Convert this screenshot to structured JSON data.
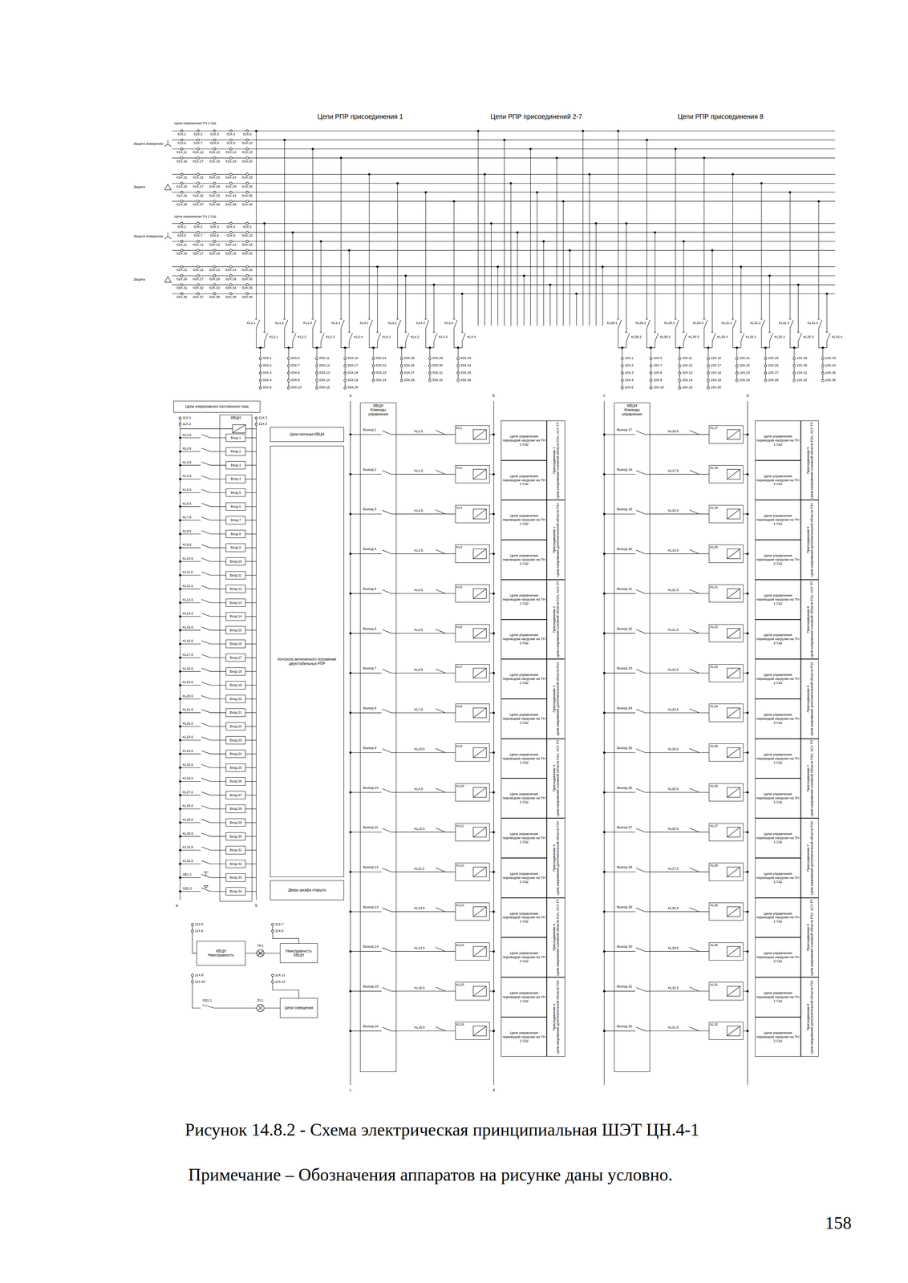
{
  "diagram": {
    "caption": "Рисунок 14.8.2 - Схема электрическая принципиальная ШЭТ ЦН.4-1",
    "nodes": [
      {
        "text": [
          "Цепи оперативного постоянного тока"
        ]
      },
      {
        "text": [
          "КВЦН"
        ]
      },
      {
        "text": [
          "Вход 1"
        ],
        "in": 1
      },
      {
        "text": [
          "Вход 2"
        ],
        "in": 1
      },
      {
        "text": [
          "Вход 3"
        ],
        "in": 1
      },
      {
        "text": [
          "Вход 4"
        ],
        "in": 1
      },
      {
        "text": [
          "Вход 5"
        ],
        "in": 1
      },
      {
        "text": [
          "Вход 6"
        ],
        "in": 1
      },
      {
        "text": [
          "Вход 7"
        ],
        "in": 1
      },
      {
        "text": [
          "Вход 8"
        ],
        "in": 1
      },
      {
        "text": [
          "Вход 9"
        ],
        "in": 1
      },
      {
        "text": [
          "Вход 10"
        ],
        "in": 1
      },
      {
        "text": [
          "Вход 11"
        ],
        "in": 1
      },
      {
        "text": [
          "Вход 12"
        ],
        "in": 1
      },
      {
        "text": [
          "Вход 13"
        ],
        "in": 1
      },
      {
        "text": [
          "Вход 14"
        ],
        "in": 1
      },
      {
        "text": [
          "Вход 15"
        ],
        "in": 1
      },
      {
        "text": [
          "Вход 16"
        ],
        "in": 1
      },
      {
        "text": [
          "Вход 17"
        ],
        "in": 1
      },
      {
        "text": [
          "Вход 18"
        ],
        "in": 1
      },
      {
        "text": [
          "Вход 19"
        ],
        "in": 1
      },
      {
        "text": [
          "Вход 20"
        ],
        "in": 1
      },
      {
        "text": [
          "Вход 21"
        ],
        "in": 1
      },
      {
        "text": [
          "Вход 22"
        ],
        "in": 1
      },
      {
        "text": [
          "Вход 23"
        ],
        "in": 1
      },
      {
        "text": [
          "Вход 24"
        ],
        "in": 1
      },
      {
        "text": [
          "Вход 25"
        ],
        "in": 1
      },
      {
        "text": [
          "Вход 26"
        ],
        "in": 1
      },
      {
        "text": [
          "Вход 27"
        ],
        "in": 1
      },
      {
        "text": [
          "Вход 28"
        ],
        "in": 1
      },
      {
        "text": [
          "Вход 29"
        ],
        "in": 1
      },
      {
        "text": [
          "Вход 30"
        ],
        "in": 1
      },
      {
        "text": [
          "Вход 31"
        ],
        "in": 1
      },
      {
        "text": [
          "Вход 32"
        ],
        "in": 1
      },
      {
        "text": [
          "Вход 33"
        ],
        "in": 1
      },
      {
        "text": [
          "Вход 34"
        ],
        "in": 1
      },
      {
        "text": [
          "Цепи питания КВЦН"
        ]
      },
      {
        "text": [
          "Контроль включенного положения двухстабильных РПР"
        ]
      },
      {
        "text": [
          "Дверь шкафа открыта"
        ]
      },
      {
        "text": [
          "КВЦН",
          "Неисправность"
        ]
      },
      {
        "text": [
          "Неисправность КВЦН"
        ]
      },
      {
        "text": [
          "Цепи освещения"
        ]
      },
      {
        "text": [
          "КВЦН",
          "Команды управления",
          "Выход 1",
          "Выход 2",
          "Выход 3",
          "Выход 4",
          "Выход 5",
          "Выход 6",
          "Выход 7",
          "Выход 8",
          "Выход 9",
          "Выход 10",
          "Выход 11",
          "Выход 12",
          "Выход 13",
          "Выход 14",
          "Выход 15",
          "Выход 16"
        ]
      },
      {
        "text": [
          "KL1"
        ]
      },
      {
        "text": [
          "KL2"
        ]
      },
      {
        "text": [
          "KL3"
        ]
      },
      {
        "text": [
          "KL4"
        ]
      },
      {
        "text": [
          "KL5"
        ]
      },
      {
        "text": [
          "KL6"
        ]
      },
      {
        "text": [
          "KL7"
        ]
      },
      {
        "text": [
          "KL8"
        ]
      },
      {
        "text": [
          "KL9"
        ]
      },
      {
        "text": [
          "KL10"
        ]
      },
      {
        "text": [
          "KL11"
        ]
      },
      {
        "text": [
          "KL12"
        ]
      },
      {
        "text": [
          "KL13"
        ]
      },
      {
        "text": [
          "KL14"
        ]
      },
      {
        "text": [
          "KL15"
        ]
      },
      {
        "text": [
          "KL16"
        ]
      },
      {
        "text": [
          "Цепи управления переводом нагрузки на ТН 1 СШ"
        ]
      },
      {
        "text": [
          "Цепи управления переводом нагрузки на ТН 2 СШ"
        ]
      },
      {
        "text": [
          "Цепи управления переводом нагрузки на ТН 1 СШ"
        ]
      },
      {
        "text": [
          "Цепи управления переводом нагрузки на ТН 2 СШ"
        ]
      },
      {
        "text": [
          "Цепи управления переводом нагрузки на ТН 1 СШ"
        ]
      },
      {
        "text": [
          "Цепи управления переводом нагрузки на ТН 2 СШ"
        ]
      },
      {
        "text": [
          "Цепи управления переводом нагрузки на ТН 1 СШ"
        ]
      },
      {
        "text": [
          "Цепи управления переводом нагрузки на ТН 2 СШ"
        ]
      },
      {
        "text": [
          "Цепи управления переводом нагрузки на ТН 1 СШ"
        ]
      },
      {
        "text": [
          "Цепи управления переводом нагрузки на ТН 2 СШ"
        ]
      },
      {
        "text": [
          "Цепи управления переводом нагрузки на ТН 1 СШ"
        ]
      },
      {
        "text": [
          "Цепи управления переводом нагрузки на ТН 2 СШ"
        ]
      },
      {
        "text": [
          "Цепи управления переводом нагрузки на ТН 1 СШ"
        ]
      },
      {
        "text": [
          "Цепи управления переводом нагрузки на ТН 2 СШ"
        ]
      },
      {
        "text": [
          "Цепи управления переводом нагрузки на ТН 1 СШ"
        ]
      },
      {
        "text": [
          "Цепи управления переводом нагрузки на ТН 2 СШ"
        ]
      },
      {
        "text": [
          "Присоединение 1",
          "Цепи напряжения основной области РЗА, АСУ ТП"
        ]
      },
      {
        "text": [
          "Присоединение 1",
          "Цепи напряжения дополнительной области РЗА"
        ]
      },
      {
        "text": [
          "Присоединение 2",
          "Цепи напряжения основной области РЗА, АСУ ТП"
        ]
      },
      {
        "text": [
          "Присоединение 2",
          "Цепи напряжения дополнительной области РЗА"
        ]
      },
      {
        "text": [
          "Присоединение 3",
          "Цепи напряжения основной области РЗА, АСУ ТП"
        ]
      },
      {
        "text": [
          "Присоединение 3",
          "Цепи напряжения дополнительной области РЗА"
        ]
      },
      {
        "text": [
          "Присоединение 4",
          "Цепи напряжения основной области РЗА, АСУ ТП"
        ]
      },
      {
        "text": [
          "Присоединение 4",
          "Цепи напряжения дополнительной области РЗА"
        ]
      },
      {
        "text": [
          "КВЦН",
          "Команды управления",
          "Выход 17",
          "Выход 18",
          "Выход 19",
          "Выход 20",
          "Выход 21",
          "Выход 22",
          "Выход 23",
          "Выход 24",
          "Выход 25",
          "Выход 26",
          "Выход 27",
          "Выход 28",
          "Выход 29",
          "Выход 30",
          "Выход 31",
          "Выход 32"
        ]
      },
      {
        "text": [
          "KL17"
        ]
      },
      {
        "text": [
          "KL18"
        ]
      },
      {
        "text": [
          "KL19"
        ]
      },
      {
        "text": [
          "KL20"
        ]
      },
      {
        "text": [
          "KL21"
        ]
      },
      {
        "text": [
          "KL22"
        ]
      },
      {
        "text": [
          "KL23"
        ]
      },
      {
        "text": [
          "KL24"
        ]
      },
      {
        "text": [
          "KL25"
        ]
      },
      {
        "text": [
          "KL26"
        ]
      },
      {
        "text": [
          "KL27"
        ]
      },
      {
        "text": [
          "KL28"
        ]
      },
      {
        "text": [
          "KL29"
        ]
      },
      {
        "text": [
          "KL30"
        ]
      },
      {
        "text": [
          "KL31"
        ]
      },
      {
        "text": [
          "KL32"
        ]
      },
      {
        "text": [
          "Цепи управления переводом нагрузки на ТН 1 СШ"
        ]
      },
      {
        "text": [
          "Цепи управления переводом нагрузки на ТН 2 СШ"
        ]
      },
      {
        "text": [
          "Цепи управления переводом нагрузки на ТН 1 СШ"
        ]
      },
      {
        "text": [
          "Цепи управления переводом нагрузки на ТН 2 СШ"
        ]
      },
      {
        "text": [
          "Цепи управления переводом нагрузки на ТН 1 СШ"
        ]
      },
      {
        "text": [
          "Цепи управления переводом нагрузки на ТН 2 СШ"
        ]
      },
      {
        "text": [
          "Цепи управления переводом нагрузки на ТН 1 СШ"
        ]
      },
      {
        "text": [
          "Цепи управления переводом нагрузки на ТН 2 СШ"
        ]
      },
      {
        "text": [
          "Цепи управления переводом нагрузки на ТН 1 СШ"
        ]
      },
      {
        "text": [
          "Цепи управления переводом нагрузки на ТН 2 СШ"
        ]
      },
      {
        "text": [
          "Цепи управления переводом нагрузки на ТН 1 СШ"
        ]
      },
      {
        "text": [
          "Цепи управления переводом нагрузки на ТН 2 СШ"
        ]
      },
      {
        "text": [
          "Цепи управления переводом нагрузки на ТН 1 СШ"
        ]
      },
      {
        "text": [
          "Цепи управления переводом нагрузки на ТН 2 СШ"
        ]
      },
      {
        "text": [
          "Цепи управления переводом нагрузки на ТН 1 СШ"
        ]
      },
      {
        "text": [
          "Цепи управления переводом нагрузки на ТН 2 СШ"
        ]
      },
      {
        "text": [
          "Присоединение 5",
          "Цепи напряжения основной области РЗА, АСУ ТП"
        ]
      },
      {
        "text": [
          "Присоединение 5",
          "Цепи напряжения дополнительной области РЗА"
        ]
      },
      {
        "text": [
          "Присоединение 6",
          "Цепи напряжения основной области РЗА, АСУ ТП"
        ]
      },
      {
        "text": [
          "Присоединение 6",
          "Цепи напряжения дополнительной области РЗА"
        ]
      },
      {
        "text": [
          "Присоединение 7",
          "Цепи напряжения основной области РЗА, АСУ ТП"
        ]
      },
      {
        "text": [
          "Присоединение 7",
          "Цепи напряжения дополнительной области РЗА"
        ]
      },
      {
        "text": [
          "Присоединение 8",
          "Цепи напряжения основной области РЗА, АСУ ТП"
        ]
      },
      {
        "text": [
          "Присоединение 8",
          "Цепи напряжения дополнительной области РЗА"
        ]
      }
    ],
    "edges": [
      {
        "from": 42,
        "to": 43,
        "arrow": "none"
      },
      {
        "from": 42,
        "to": 44,
        "arrow": "none"
      },
      {
        "from": 42,
        "to": 45,
        "arrow": "none"
      },
      {
        "from": 42,
        "to": 46,
        "arrow": "none"
      },
      {
        "from": 42,
        "to": 47,
        "arrow": "none"
      },
      {
        "from": 42,
        "to": 48,
        "arrow": "none"
      },
      {
        "from": 42,
        "to": 49,
        "arrow": "none"
      },
      {
        "from": 42,
        "to": 50,
        "arrow": "none"
      },
      {
        "from": 42,
        "to": 51,
        "arrow": "none"
      },
      {
        "from": 42,
        "to": 52,
        "arrow": "none"
      },
      {
        "from": 42,
        "to": 53,
        "arrow": "none"
      },
      {
        "from": 42,
        "to": 54,
        "arrow": "none"
      },
      {
        "from": 42,
        "to": 55,
        "arrow": "none"
      },
      {
        "from": 42,
        "to": 56,
        "arrow": "none"
      },
      {
        "from": 42,
        "to": 57,
        "arrow": "none"
      },
      {
        "from": 42,
        "to": 58,
        "arrow": "none"
      },
      {
        "from": 83,
        "to": 84,
        "arrow": "none"
      },
      {
        "from": 83,
        "to": 85,
        "arrow": "none"
      },
      {
        "from": 83,
        "to": 86,
        "arrow": "none"
      },
      {
        "from": 83,
        "to": 87,
        "arrow": "none"
      },
      {
        "from": 83,
        "to": 88,
        "arrow": "none"
      },
      {
        "from": 83,
        "to": 89,
        "arrow": "none"
      },
      {
        "from": 83,
        "to": 90,
        "arrow": "none"
      },
      {
        "from": 83,
        "to": 91,
        "arrow": "none"
      },
      {
        "from": 83,
        "to": 92,
        "arrow": "none"
      },
      {
        "from": 83,
        "to": 93,
        "arrow": "none"
      },
      {
        "from": 83,
        "to": 94,
        "arrow": "none"
      },
      {
        "from": 83,
        "to": 95,
        "arrow": "none"
      },
      {
        "from": 83,
        "to": 96,
        "arrow": "none"
      },
      {
        "from": 83,
        "to": 97,
        "arrow": "none"
      },
      {
        "from": 83,
        "to": 98,
        "arrow": "none"
      },
      {
        "from": 83,
        "to": 99,
        "arrow": "none"
      },
      {
        "from": 39,
        "to": 40,
        "arrow": "none"
      }
    ],
    "labels": [
      "Цепи РПР присоединения 1",
      "Цепи РПР присоединений 2-7",
      "Цепи РПР присоединения 8",
      "Цепи напряжения ТН 1 СШ",
      "Защита Измерение",
      "01X.1",
      "01X.2",
      "01X.3",
      "01X.4",
      "01X.5",
      "01X.6",
      "01X.7",
      "01X.8",
      "01X.9",
      "01X.10",
      "01X.11",
      "01X.12",
      "01X.13",
      "01X.14",
      "01X.15",
      "01X.16",
      "01X.17",
      "01X.18",
      "01X.19",
      "01X.20",
      "Защита",
      "01X.21",
      "01X.22",
      "01X.23",
      "01X.24",
      "01X.25",
      "01X.26",
      "01X.27",
      "01X.28",
      "01X.29",
      "01X.30",
      "01X.31",
      "01X.32",
      "01X.33",
      "01X.34",
      "01X.35",
      "01X.36",
      "01X.37",
      "01X.38",
      "01X.39",
      "01X.40",
      "Цепи напряжения ТН 2 СШ",
      "Защита Измерение",
      "02X.1",
      "02X.2",
      "02X.3",
      "02X.4",
      "02X.5",
      "02X.6",
      "02X.7",
      "02X.8",
      "02X.9",
      "02X.10",
      "02X.11",
      "02X.12",
      "02X.13",
      "02X.14",
      "02X.15",
      "02X.16",
      "02X.17",
      "02X.18",
      "02X.19",
      "02X.20",
      "Защита",
      "02X.21",
      "02X.22",
      "02X.23",
      "02X.24",
      "02X.25",
      "02X.26",
      "02X.27",
      "02X.28",
      "02X.29",
      "02X.30",
      "02X.31",
      "02X.32",
      "02X.33",
      "02X.34",
      "02X.35",
      "02X.36",
      "02X.37",
      "02X.38",
      "02X.39",
      "02X.40",
      "KL1.1",
      "KL1.2",
      "KL1.3",
      "KL1.4",
      "KL3.1",
      "KL3.2",
      "KL3.3",
      "KL3.4",
      "KL2.1",
      "KL2.2",
      "KL2.3",
      "KL2.4",
      "KL4.1",
      "KL4.2",
      "KL4.3",
      "KL4.4",
      "KL29.1",
      "KL29.2",
      "KL29.3",
      "KL29.4",
      "KL31.1",
      "KL31.2",
      "KL31.3",
      "KL31.4",
      "KL30.1",
      "KL30.2",
      "KL30.3",
      "KL30.4",
      "KL32.1",
      "KL32.2",
      "KL32.3",
      "KL32.4",
      "03X.1",
      "03X.2",
      "03X.3",
      "03X.4",
      "03X.5",
      "03X.6",
      "03X.7",
      "03X.8",
      "03X.9",
      "03X.10",
      "03X.11",
      "03X.12",
      "03X.13",
      "03X.14",
      "03X.15",
      "03X.16",
      "03X.17",
      "03X.18",
      "03X.19",
      "03X.20",
      "03X.21",
      "03X.22",
      "03X.23",
      "03X.24",
      "03X.25",
      "03X.26",
      "03X.27",
      "03X.28",
      "03X.29",
      "03X.30",
      "03X.31",
      "03X.32",
      "03X.33",
      "03X.34",
      "03X.35",
      "03X.36",
      "10X.1",
      "10X.2",
      "10X.3",
      "10X.4",
      "10X.5",
      "10X.6",
      "10X.7",
      "10X.8",
      "10X.9",
      "10X.10",
      "10X.11",
      "10X.12",
      "10X.13",
      "10X.14",
      "10X.15",
      "10X.16",
      "10X.17",
      "10X.18",
      "10X.19",
      "10X.20",
      "10X.21",
      "10X.22",
      "10X.23",
      "10X.24",
      "10X.25",
      "10X.26",
      "10X.27",
      "10X.28",
      "10X.29",
      "10X.30",
      "10X.31",
      "10X.32",
      "10X.33",
      "10X.34",
      "10X.35",
      "10X.36",
      "11X.1",
      "11X.2",
      "11X.3",
      "11X.4",
      "KL1.6",
      "KL2.6",
      "KL3.6",
      "KL4.6",
      "KL5.6",
      "KL6.6",
      "KL7.6",
      "KL8.6",
      "KL9.6",
      "KL10.6",
      "KL11.6",
      "KL12.6",
      "KL13.6",
      "KL14.6",
      "KL15.6",
      "KL16.6",
      "KL17.6",
      "KL18.6",
      "KL19.6",
      "KL20.6",
      "KL21.6",
      "KL22.6",
      "KL23.6",
      "KL24.6",
      "KL25.6",
      "KL26.6",
      "KL27.6",
      "KL28.6",
      "KL29.6",
      "KL30.6",
      "KL31.6",
      "KL32.6",
      "SB1.1",
      "SQ1.2",
      "a",
      "b",
      "11X.5",
      "11X.6",
      "11X.7",
      "11X.8",
      "HL1",
      "11X.9",
      "11X.10",
      "11X.11",
      "11X.12",
      "SQ1.1",
      "EL1",
      "a",
      "b",
      "c",
      "d",
      "KL2.5",
      "KL1.5",
      "KL4.5",
      "KL3.5",
      "KL6.5",
      "KL5.5",
      "KL8.5",
      "KL7.5",
      "KL10.5",
      "KL9.5",
      "KL12.5",
      "KL11.5",
      "KL14.5",
      "KL13.5",
      "KL16.5",
      "KL15.5",
      "c",
      "d",
      "KL18.5",
      "KL17.5",
      "KL20.5",
      "KL19.5",
      "KL22.5",
      "KL21.5",
      "KL24.5",
      "KL23.5",
      "KL26.5",
      "KL25.5",
      "KL28.5",
      "KL27.5",
      "KL30.5",
      "KL29.5",
      "KL32.5",
      "KL31.5",
      "Примечание – Обозначения аппаратов на рисунке даны условно.",
      "158"
    ]
  }
}
